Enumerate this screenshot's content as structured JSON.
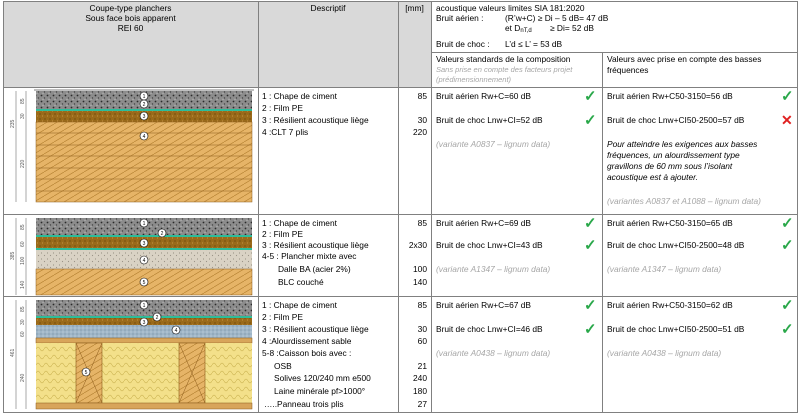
{
  "header": {
    "coupe_line1": "Coupe-type planchers",
    "coupe_line2": "Sous face bois apparent",
    "coupe_line3": "REI 60",
    "descriptif": "Descriptif",
    "mm": "[mm]",
    "limits_title": "acoustique valeurs limites SIA 181:2020",
    "limit_air_label": "Bruit aérien :",
    "limit_air_value": "(R’w+C) ≥ Di – 5 dB= 47 dB",
    "limit_and": "et D",
    "limit_dtd": "≥ Di= 52 dB",
    "limit_choc_label": "Bruit de choc :",
    "limit_choc_value": "L’d       ≤ L’ = 53 dB",
    "col_standard_title": "Valeurs standards de la composition",
    "col_standard_sub1": "Sans prise en compte des facteurs projet",
    "col_standard_sub2": "(prédimensionnement)",
    "col_basses_title1": "Valeurs avec prise en compte des basses",
    "col_basses_title2": "fréquences"
  },
  "rows": [
    {
      "dims": [
        "235",
        "85",
        "30",
        "220"
      ],
      "layers": [
        {
          "text": "1 : Chape de ciment",
          "mm": "85"
        },
        {
          "text": "2 : Film PE",
          "mm": ""
        },
        {
          "text": "3 : Résilient acoustique liège",
          "mm": "30"
        },
        {
          "text": "4 :CLT 7 plis",
          "mm": "220"
        }
      ],
      "std_air": "Bruit aérien Rw+C=60 dB",
      "std_choc": "Bruit de choc Lnw+CI=52 dB",
      "std_variant": "(variante A0837 – lignum data)",
      "bf_air": "Bruit aérien Rw+C50-3150=56 dB",
      "bf_choc": "Bruit de choc Lnw+CI50-2500=57 dB",
      "bf_note": [
        "Pour atteindre les exigences aux basses",
        "fréquences, un alourdissement type",
        "gravillons de 60 mm sous l’isolant",
        "acoustique est à ajouter."
      ],
      "bf_variant": "(variantes A0837 et A1088 – lignum data)"
    },
    {
      "dims": [
        "385",
        "85",
        "60",
        "100",
        "140"
      ],
      "layers": [
        {
          "text": "1 : Chape de ciment",
          "mm": "85"
        },
        {
          "text": "2 : Film PE",
          "mm": ""
        },
        {
          "text": "3 : Résilient acoustique liège",
          "mm": "2x30"
        },
        {
          "text": "4-5 : Plancher mixte avec",
          "mm": ""
        },
        {
          "text": "Dalle BA (acier 2%)",
          "mm": "100"
        },
        {
          "text": "BLC couché",
          "mm": "140"
        }
      ],
      "std_air": "Bruit aérien Rw+C=69 dB",
      "std_choc": "Bruit de choc Lnw+CI=43 dB",
      "std_variant": "(variante A1347 – lignum data)",
      "bf_air": "Bruit aérien Rw+C50-3150=65 dB",
      "bf_choc": "Bruit de choc Lnw+CI50-2500=48 dB",
      "bf_variant": "(variante A1347 – lignum data)"
    },
    {
      "dims": [
        "461",
        "85",
        "30",
        "60",
        "240"
      ],
      "layers": [
        {
          "text": "1 : Chape de ciment",
          "mm": "85"
        },
        {
          "text": "2 : Film PE",
          "mm": ""
        },
        {
          "text": "3 : Résilient acoustique liège",
          "mm": "30"
        },
        {
          "text": "4 :Alourdissement sable",
          "mm": "60"
        },
        {
          "text": "5-8 :Caisson bois avec :",
          "mm": ""
        },
        {
          "text": "OSB",
          "mm": "21"
        },
        {
          "text": "Solives 120/240 mm e500",
          "mm": "240"
        },
        {
          "text": "Laine minérale pf>1000°",
          "mm": "180"
        },
        {
          "text": "…..Panneau trois plis",
          "mm": "27"
        }
      ],
      "std_air": "Bruit aérien Rw+C=67 dB",
      "std_choc": "Bruit de choc Lnw+CI=46 dB",
      "std_variant": "(variante A0438 – lignum data)",
      "bf_air": "Bruit aérien Rw+C50-3150=62 dB",
      "bf_choc": "Bruit de choc Lnw+CI50-2500=51 dB",
      "bf_variant": "(variante A0438 – lignum data)"
    }
  ],
  "colors": {
    "check": "#2aa84a",
    "cross": "#e02020",
    "header_bg": "#d9d9d9",
    "grey_text": "#a6a6a6"
  }
}
